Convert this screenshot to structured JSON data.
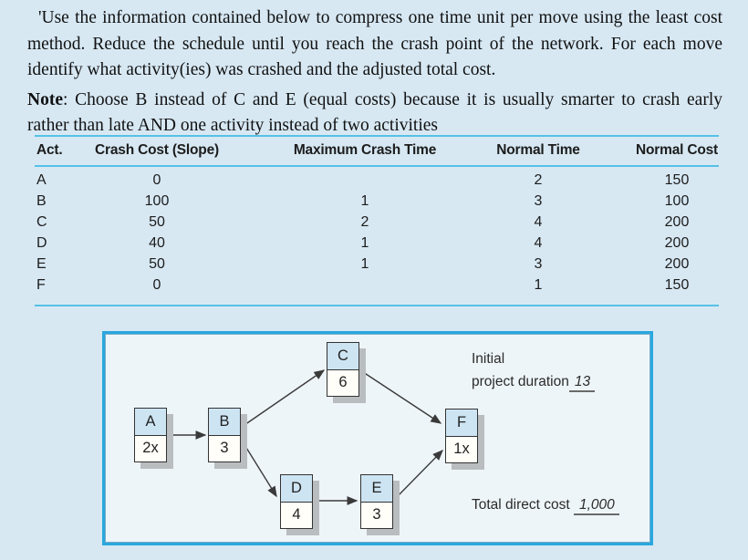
{
  "intro": {
    "paragraph1": "'Use the information contained below to compress one time unit per move using the least cost method. Reduce the schedule until you reach the crash point of the network. For each move identify what activity(ies) was crashed and the adjusted total cost.",
    "note_label": "Note",
    "note_text": ": Choose B instead of C and E (equal costs) because it is usually smarter to crash early rather than late AND one activity instead of two activities"
  },
  "table": {
    "headers": [
      "Act.",
      "Crash Cost (Slope)",
      "Maximum Crash Time",
      "Normal Time",
      "Normal Cost"
    ],
    "rows": [
      {
        "act": "A",
        "crash_cost": "0",
        "max_crash_time": "",
        "normal_time": "2",
        "normal_cost": "150"
      },
      {
        "act": "B",
        "crash_cost": "100",
        "max_crash_time": "1",
        "normal_time": "3",
        "normal_cost": "100"
      },
      {
        "act": "C",
        "crash_cost": "50",
        "max_crash_time": "2",
        "normal_time": "4",
        "normal_cost": "200"
      },
      {
        "act": "D",
        "crash_cost": "40",
        "max_crash_time": "1",
        "normal_time": "4",
        "normal_cost": "200"
      },
      {
        "act": "E",
        "crash_cost": "50",
        "max_crash_time": "1",
        "normal_time": "3",
        "normal_cost": "200"
      },
      {
        "act": "F",
        "crash_cost": "0",
        "max_crash_time": "",
        "normal_time": "1",
        "normal_cost": "150"
      }
    ]
  },
  "diagram": {
    "nodes": [
      {
        "id": "A",
        "label": "A",
        "value": "2x"
      },
      {
        "id": "B",
        "label": "B",
        "value": "3"
      },
      {
        "id": "C",
        "label": "C",
        "value": "6"
      },
      {
        "id": "D",
        "label": "D",
        "value": "4"
      },
      {
        "id": "E",
        "label": "E",
        "value": "3"
      },
      {
        "id": "F",
        "label": "F",
        "value": "1x"
      }
    ],
    "edges": [
      {
        "from": "A",
        "to": "B"
      },
      {
        "from": "B",
        "to": "C"
      },
      {
        "from": "B",
        "to": "D"
      },
      {
        "from": "C",
        "to": "F"
      },
      {
        "from": "D",
        "to": "E"
      },
      {
        "from": "E",
        "to": "F"
      }
    ],
    "annotations": {
      "duration_line1": "Initial",
      "duration_line2": "project duration",
      "duration_value": "13",
      "cost_label": "Total direct cost",
      "cost_value": "1,000"
    }
  },
  "colors": {
    "page_background": "#d7e8f3",
    "panel_background": "#eef5f9",
    "panel_border": "#29a7de",
    "table_rule": "#55c1e6",
    "node_header_fill": "#cde4f3",
    "node_body_fill": "#fffef8",
    "node_shadow": "#b9bdc0",
    "ink": "#222222"
  }
}
